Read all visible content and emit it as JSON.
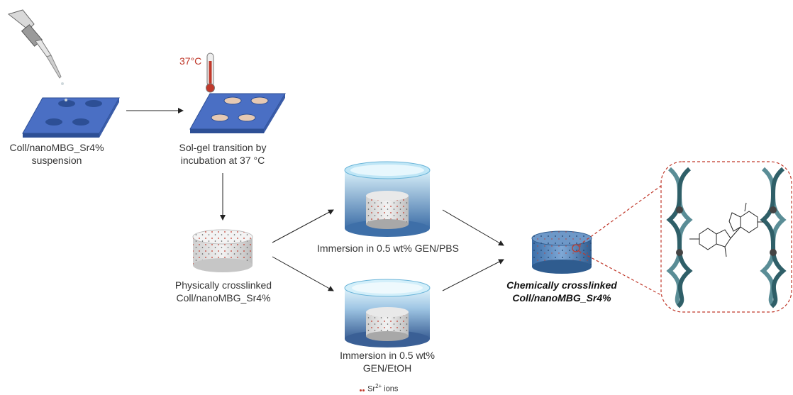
{
  "steps": {
    "suspension": {
      "line1": "Coll/nanoMBG_Sr4%",
      "line2": "suspension"
    },
    "solgel": {
      "line1": "Sol-gel transition by",
      "line2": "incubation at 37 °C"
    },
    "temperature": "37°C",
    "physical": {
      "line1": "Physically crosslinked",
      "line2": "Coll/nanoMBG_Sr4%"
    },
    "immersion_pbs": "Immersion in 0.5 wt% GEN/PBS",
    "immersion_etoh": {
      "line1": "Immersion in 0.5 wt%",
      "line2": "GEN/EtOH"
    },
    "chemical": {
      "line1": "Chemically crosslinked",
      "line2": "Coll/nanoMBG_Sr4%"
    }
  },
  "legend": {
    "ion_label": "Sr",
    "ion_charge": "2+",
    "suffix": " ions"
  },
  "colors": {
    "plate": "#4a6fc4",
    "well": "#2d4f95",
    "ion": "#c0392b",
    "liquid": "#7ec5e6",
    "arrow": "#222222",
    "dash": "#c0392b"
  },
  "icons": [
    "pipette-icon",
    "thermometer-icon",
    "collagen-helix-icon",
    "genipin-structure-icon"
  ]
}
